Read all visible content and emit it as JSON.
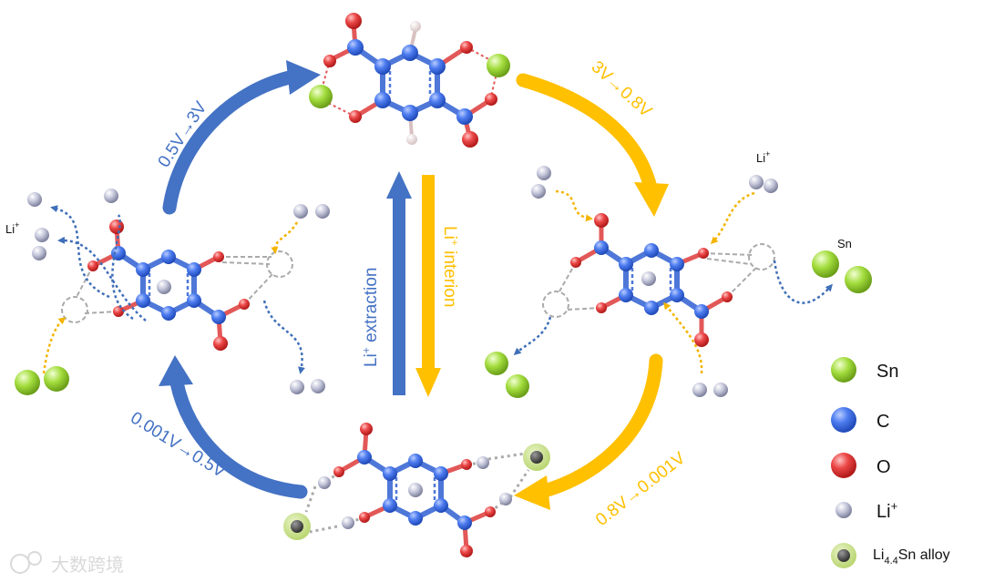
{
  "steps": {
    "top_right": "3V→0.8V",
    "bottom_right": "0.8V→0.001V",
    "bottom_left": "0.001V→0.5V",
    "top_left": "0.5V→3V"
  },
  "center": {
    "extraction_pre": "Li",
    "extraction_post": " extraction",
    "interion_pre": "Li",
    "interion_post": " interion",
    "sup_plus": "+"
  },
  "labels": {
    "li_left_base": "Li",
    "li_left_sup": "+",
    "li_right_base": "Li",
    "li_right_sup": "+",
    "sn_right": "Sn"
  },
  "legend": {
    "sn": "Sn",
    "c": "C",
    "o": "O",
    "li_base": "Li",
    "li_sup": "+",
    "alloy_base": "Li",
    "alloy_sub": "4.4",
    "alloy_post": "Sn alloy"
  },
  "watermark": "大数跨境",
  "colors": {
    "blue_arrow": "#4472c4",
    "gold_arrow": "#ffc000",
    "carbon": "#3d6fe0",
    "oxygen": "#e53b3b",
    "tin": "#98d630",
    "lithium": "#b4b6cc",
    "hydrogen": "#f0e4e4",
    "alloy_shell": "#c6df8a",
    "alloy_core": "#4f4f4f"
  }
}
